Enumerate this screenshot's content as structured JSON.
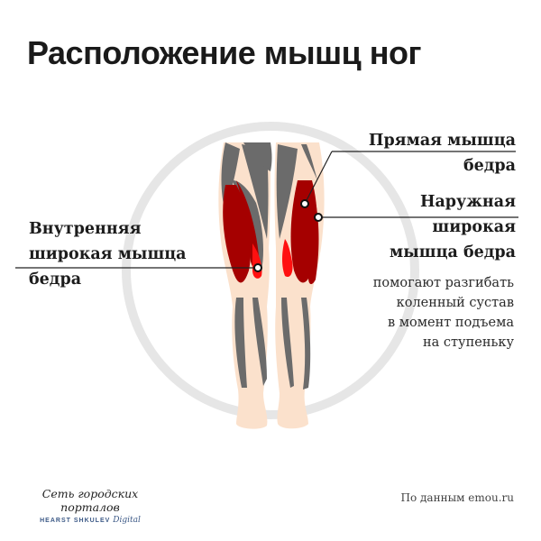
{
  "title": "Расположение мышц ног",
  "colors": {
    "muscle_dark_red": "#a50000",
    "muscle_bright_red": "#ff1010",
    "muscle_gray": "#6b6b6b",
    "skin": "#fbe1cc",
    "circle": "#e6e6e6",
    "text": "#1c1c1c",
    "logo_blue": "#3d5a87"
  },
  "labels": {
    "rectus_femoris": {
      "line1": "Прямая мышца",
      "line2": "бедра"
    },
    "vastus_lateralis": {
      "line1": "Наружная",
      "line2": "широкая",
      "line3": "мышца бедра"
    },
    "vastus_medialis": {
      "line1": "Внутренняя",
      "line2": "широкая мышца",
      "line3": "бедра"
    }
  },
  "description": {
    "line1": "помогают разгибать",
    "line2": "коленный сустав",
    "line3": "в момент подъема",
    "line4": "на ступеньку"
  },
  "footer": {
    "logo_line1": "Сеть городских порталов",
    "logo_line2": "HEARST SHKULEV",
    "logo_line2_suffix": "Digital",
    "source": "По данным emou.ru"
  }
}
